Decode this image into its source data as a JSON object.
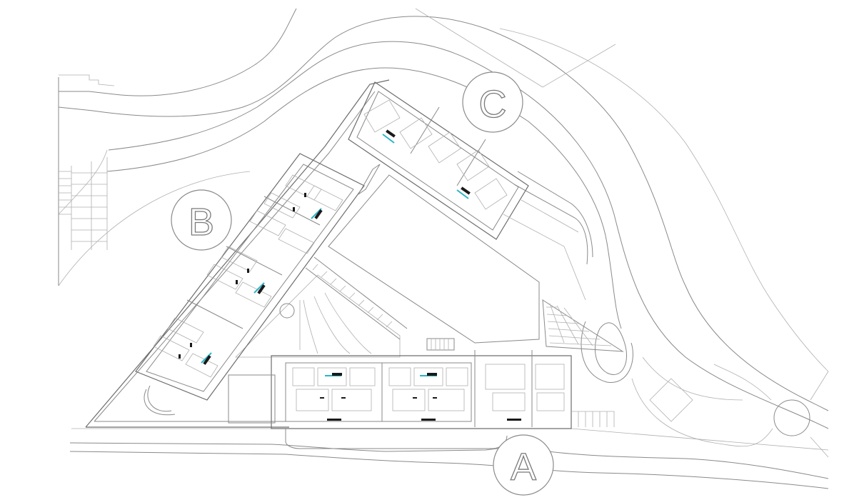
{
  "drawing": {
    "labels": [
      {
        "id": "A",
        "text": "A"
      },
      {
        "id": "B",
        "text": "B"
      },
      {
        "id": "C",
        "text": "C"
      }
    ],
    "colors": {
      "line": "#8a8a8a",
      "detail": "#3c3c3c",
      "accent": "#2bb5c7",
      "background": "#ffffff"
    }
  }
}
